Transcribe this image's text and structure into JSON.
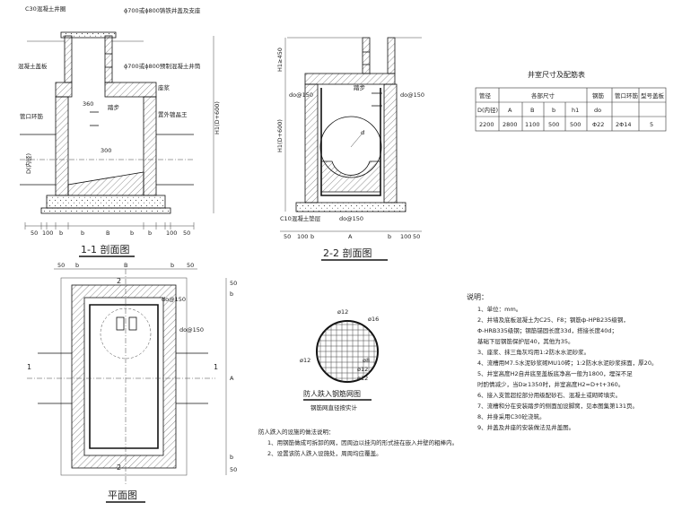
{
  "sections": {
    "s11": {
      "title": "1-1 剖面图",
      "labels": {
        "cover_concrete": "C30混凝土井圈",
        "cover_iron": "ϕ700或ϕ800铸铁井盖及支座",
        "slab": "混凝土盖板",
        "precast_ring": "ϕ700或ϕ800预制混凝土井筒",
        "step": "踏步",
        "seat": "座浆",
        "pipe_ring": "管口环筋",
        "anti_fall": "置外镀晶王",
        "h_label": "H1(D+600)",
        "dim_300": "300",
        "dim_360": "360",
        "dim_d": "D(内径)",
        "dims": [
          "50",
          "100",
          "b",
          "b",
          "B",
          "b",
          "b",
          "100",
          "50"
        ]
      }
    },
    "s22": {
      "title": "2-2 剖面图",
      "labels": {
        "do150_left": "do@150",
        "do150_right": "do@150",
        "step": "踏步",
        "d_label": "d",
        "h_label": "H1(D+600)",
        "h_top": "H1≥450",
        "base": "C10混凝土垫层",
        "do150_base": "do@150",
        "dims": [
          "50",
          "100",
          "b",
          "A",
          "b",
          "100",
          "50"
        ]
      }
    },
    "plan": {
      "title": "平面图",
      "labels": {
        "do150_top": "do@150",
        "do150_side": "do@150",
        "mark_1": "1",
        "mark_2": "2",
        "dims_top": [
          "50",
          "b",
          "B",
          "b",
          "50"
        ],
        "dims_left": [
          "50",
          "b",
          "A",
          "b",
          "50"
        ]
      }
    },
    "grid": {
      "title": "防人跌入钢筋网图",
      "subtitle": "钢筋网直径按实计",
      "labels": {
        "d12_top": "ø12",
        "d16": "ø16",
        "d12_left": "ø12",
        "d8": "ø8",
        "d12_right": "ø12",
        "d12_bottom": "ø12"
      }
    }
  },
  "table": {
    "title": "井室尺寸及配筋表",
    "head1": [
      "管径",
      "各部尺寸",
      "钢筋",
      "管口环筋",
      "型号盖板"
    ],
    "head2": [
      "D(内径)",
      "A",
      "B",
      "b",
      "h1",
      "do"
    ],
    "row": [
      "2200",
      "2800",
      "1100",
      "500",
      "500",
      "Φ22",
      "2Φ14",
      "5"
    ]
  },
  "anti_fall_note": {
    "title": "防人跌入的设施的做法说明：",
    "lines": [
      "1、用钢筋做成可拆卸的网，因周边以挂沟的形式挂在嵌入井壁的粗棒内。",
      "2、设置该防人跌入设施处，周周均应覆盖。"
    ]
  },
  "notes": {
    "title": "说明：",
    "lines": [
      "1、单位：mm。",
      "2、井墙及底板混凝土为C25、F8；钢筋ф-HPB235级钢，",
      "   Φ-HRB335级钢；钢筋锚固长度33d，搭接长度40d；",
      "   基础下层钢筋保护层40，其他为35。",
      "3、座浆、抹三角灰均用1:2防水水泥砂浆。",
      "4、流槽用M7.5水泥砂浆砌MU10砖；1:2防水水泥砂浆抹面，厚20。",
      "5、井室高度H2自井底至盖板底净高一般为1800，埋深不足",
      "   时酌情减少，当D≥1350时，井室高度H2=D+t+360。",
      "6、接入支管超挖部分用级配砂石、混凝土或砌砖填实。",
      "7、流槽和分在安装踏步的侧面加设脚窝，见本图集第131页。",
      "8、井身采用C30砼浇筑。",
      "9、井盖及井座的安装做法见井盖图。"
    ]
  }
}
